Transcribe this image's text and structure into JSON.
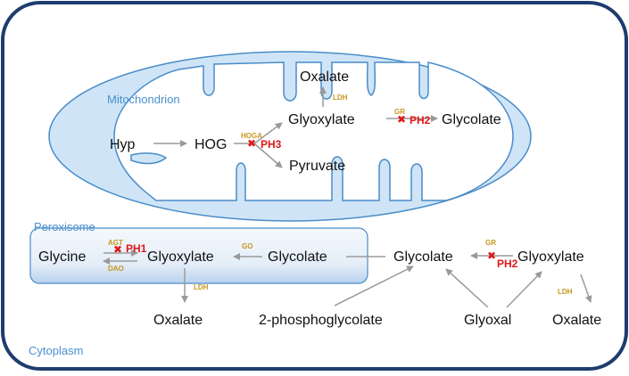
{
  "colors": {
    "cell_border": "#1f3c6e",
    "membrane_stroke": "#4a8cc8",
    "membrane_fill": "#cfe5f7",
    "compartment_label": "#4a90d0",
    "enzyme": "#c8961e",
    "defect": "#e01818",
    "arrow": "#9a9a9a",
    "text": "#111111"
  },
  "compartments": {
    "mitochondrion": "Mitochondrion",
    "peroxisome": "Peroxisome",
    "cytoplasm": "Cytoplasm"
  },
  "mitochondrion": {
    "hyp": "Hyp",
    "hog": "HOG",
    "glyoxylate": "Glyoxylate",
    "oxalate": "Oxalate",
    "pyruvate": "Pyruvate",
    "glycolate": "Glycolate",
    "hoga": "HOGA",
    "ldh": "LDH",
    "gr": "GR",
    "ph3": "PH3",
    "ph2": "PH2"
  },
  "peroxisome": {
    "glycine": "Glycine",
    "glyoxylate": "Glyoxylate",
    "glycolate": "Glycolate",
    "oxalate": "Oxalate",
    "agt": "AGT",
    "dao": "DAO",
    "go": "GO",
    "ldh": "LDH",
    "ph1": "PH1"
  },
  "cytoplasm": {
    "glycolate": "Glycolate",
    "glyoxylate": "Glyoxylate",
    "oxalate": "Oxalate",
    "phosphoglycolate": "2-phosphoglycolate",
    "glyoxal": "Glyoxal",
    "gr": "GR",
    "ldh": "LDH",
    "ph2": "PH2"
  }
}
